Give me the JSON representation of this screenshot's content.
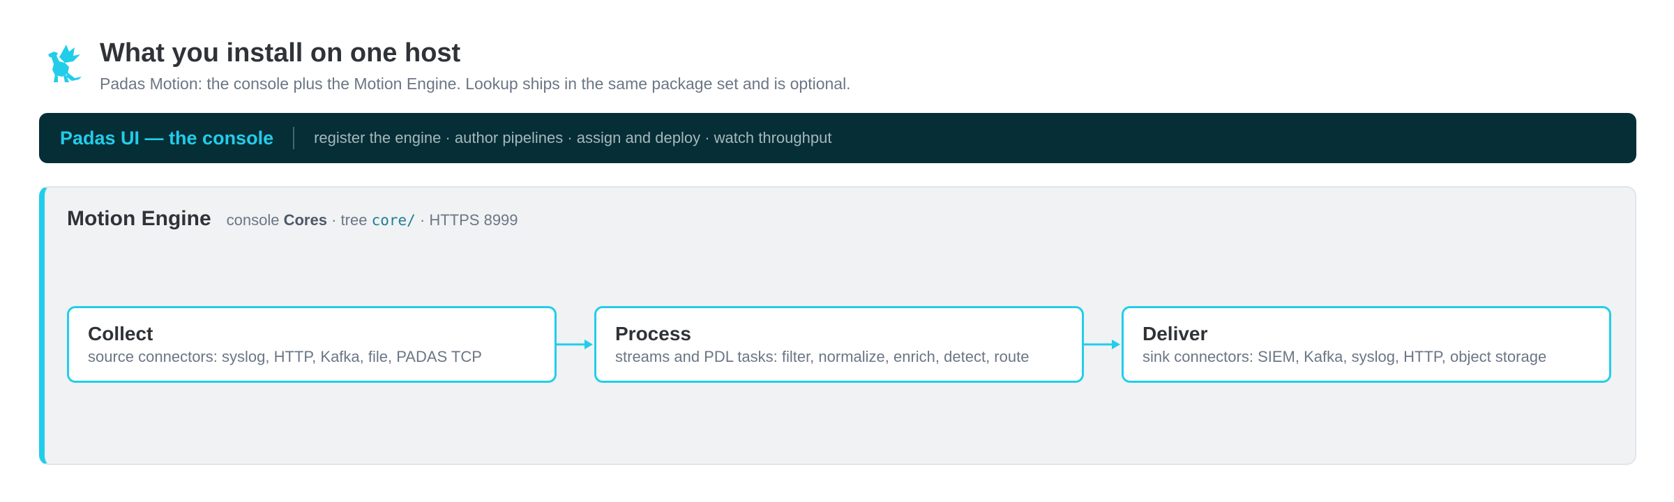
{
  "header": {
    "title": "What you install on one host",
    "subtitle": "Padas Motion: the console plus the Motion Engine. Lookup ships in the same package set and is optional.",
    "logo_icon": "dragon-icon"
  },
  "console": {
    "title": "Padas UI — the console",
    "description": "register the engine · author pipelines · assign and deploy · watch throughput"
  },
  "engine": {
    "title": "Motion Engine",
    "meta_prefix": "console",
    "meta_cores": "Cores",
    "meta_tree": "· tree",
    "meta_path": "core/",
    "meta_suffix": "· HTTPS 8999"
  },
  "stages": [
    {
      "title": "Collect",
      "description": "source connectors: syslog, HTTP, Kafka, file, PADAS TCP"
    },
    {
      "title": "Process",
      "description": "streams and PDL tasks: filter, normalize, enrich, detect, route"
    },
    {
      "title": "Deliver",
      "description": "sink connectors: SIEM, Kafka, syslog, HTTP, object storage"
    }
  ],
  "colors": {
    "accent": "#22cdea",
    "console_bg": "#062e36",
    "panel_bg": "#f0f2f4",
    "text_dark": "#2f3338",
    "text_muted": "#6b7685"
  }
}
